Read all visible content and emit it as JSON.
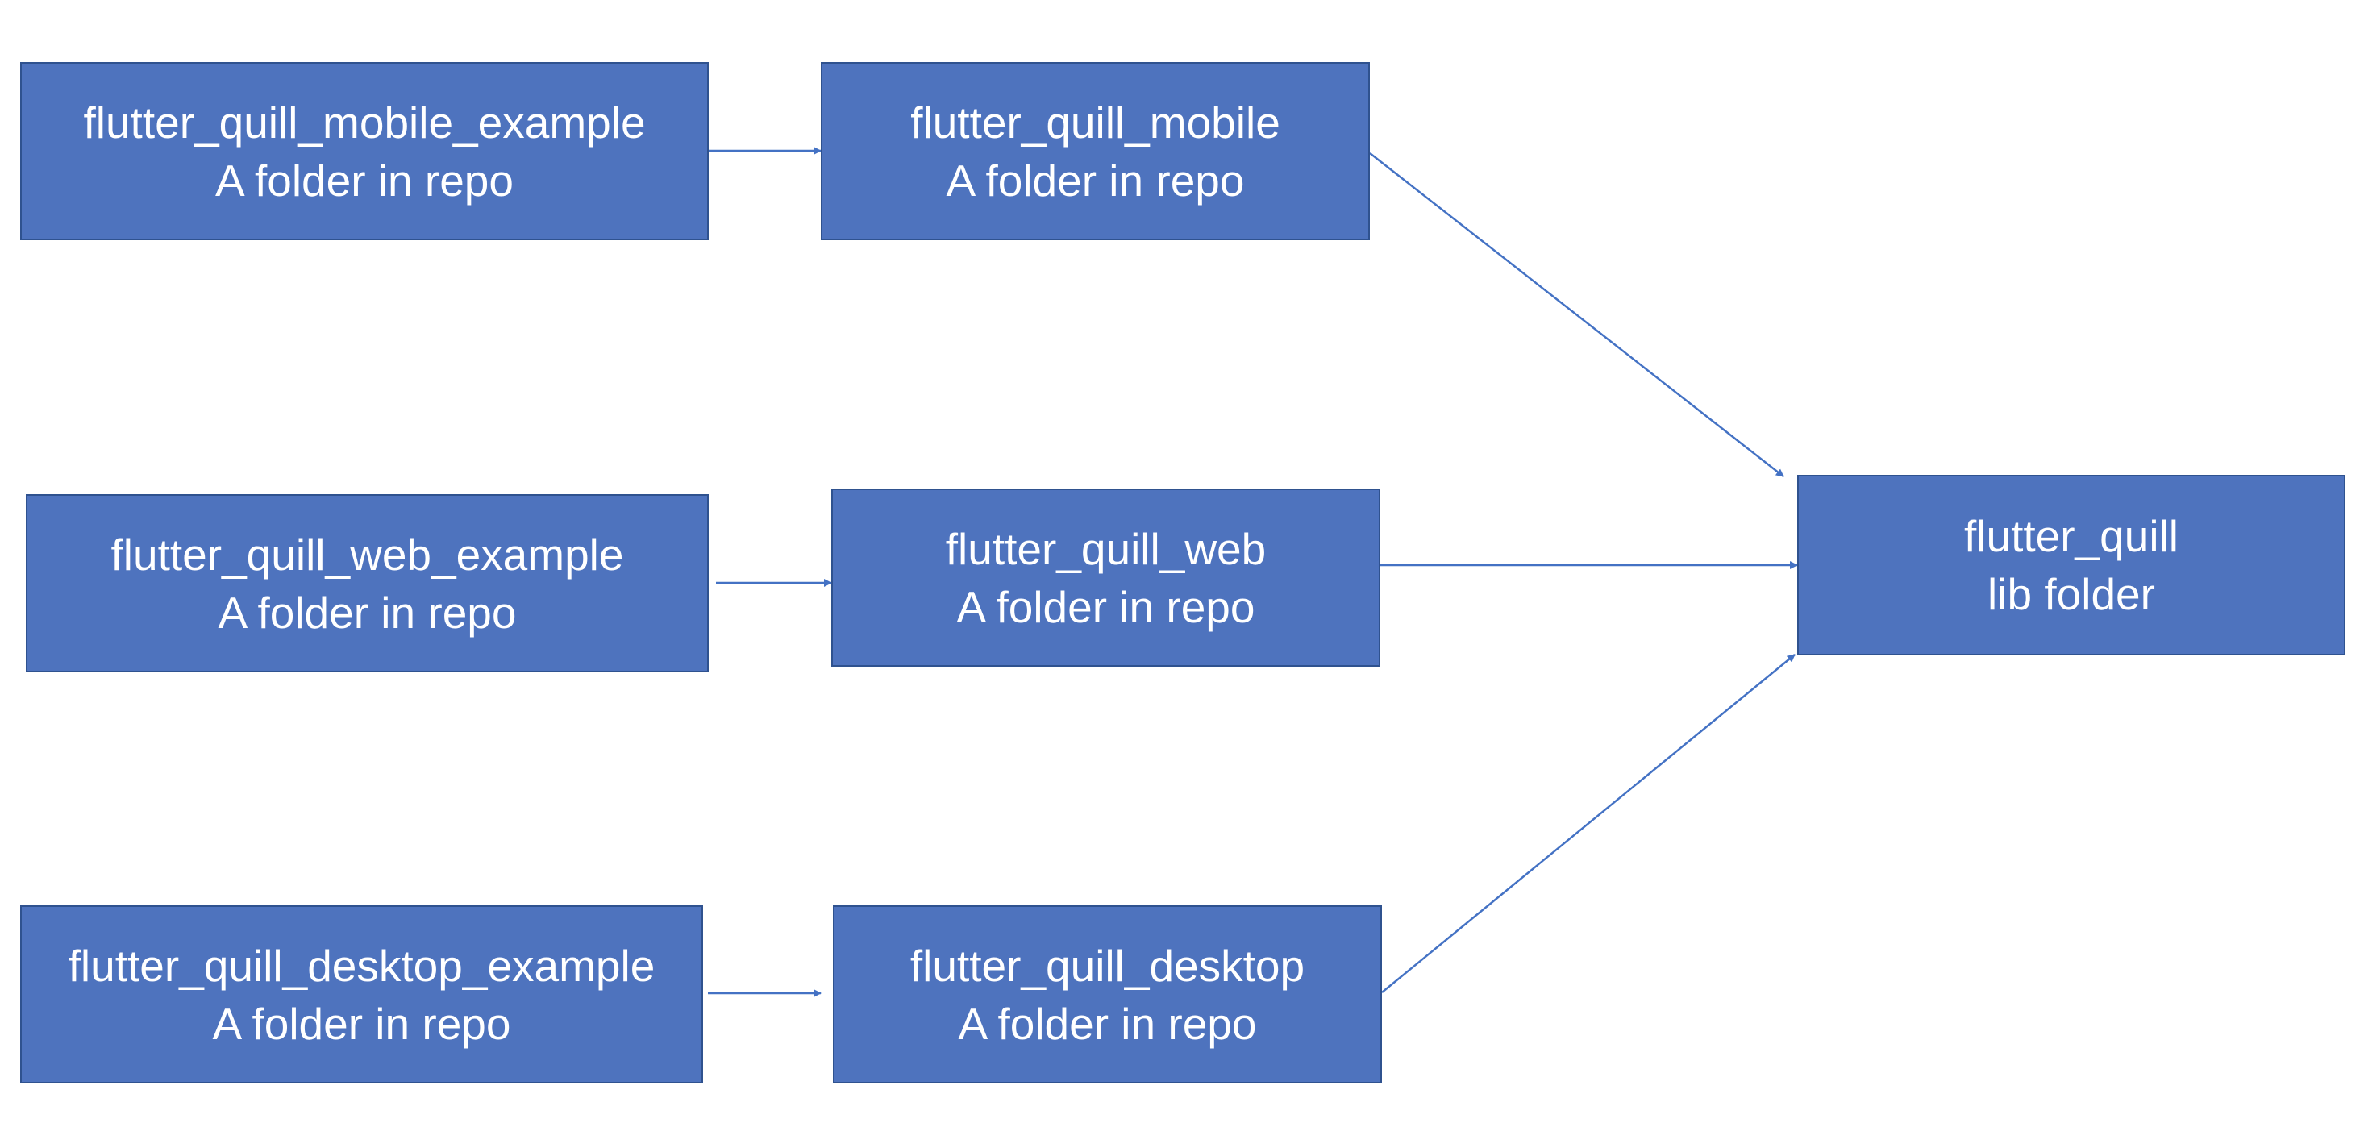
{
  "colors": {
    "node_fill": "#4e73be",
    "node_border": "#2f528f",
    "node_text": "#ffffff",
    "connector": "#4472c4",
    "background": "#ffffff"
  },
  "nodes": {
    "mobile_example": {
      "title": "flutter_quill_mobile_example",
      "subtitle": "A folder in repo"
    },
    "web_example": {
      "title": "flutter_quill_web_example",
      "subtitle": "A folder in repo"
    },
    "desktop_example": {
      "title": "flutter_quill_desktop_example",
      "subtitle": "A folder in repo"
    },
    "mobile": {
      "title": "flutter_quill_mobile",
      "subtitle": "A folder in repo"
    },
    "web": {
      "title": "flutter_quill_web",
      "subtitle": "A folder in repo"
    },
    "desktop": {
      "title": "flutter_quill_desktop",
      "subtitle": "A folder in repo"
    },
    "lib": {
      "title": "flutter_quill",
      "subtitle": "lib folder"
    }
  },
  "edges": [
    {
      "from": "mobile_example",
      "to": "mobile"
    },
    {
      "from": "web_example",
      "to": "web"
    },
    {
      "from": "desktop_example",
      "to": "desktop"
    },
    {
      "from": "mobile",
      "to": "lib"
    },
    {
      "from": "web",
      "to": "lib"
    },
    {
      "from": "desktop",
      "to": "lib"
    }
  ]
}
